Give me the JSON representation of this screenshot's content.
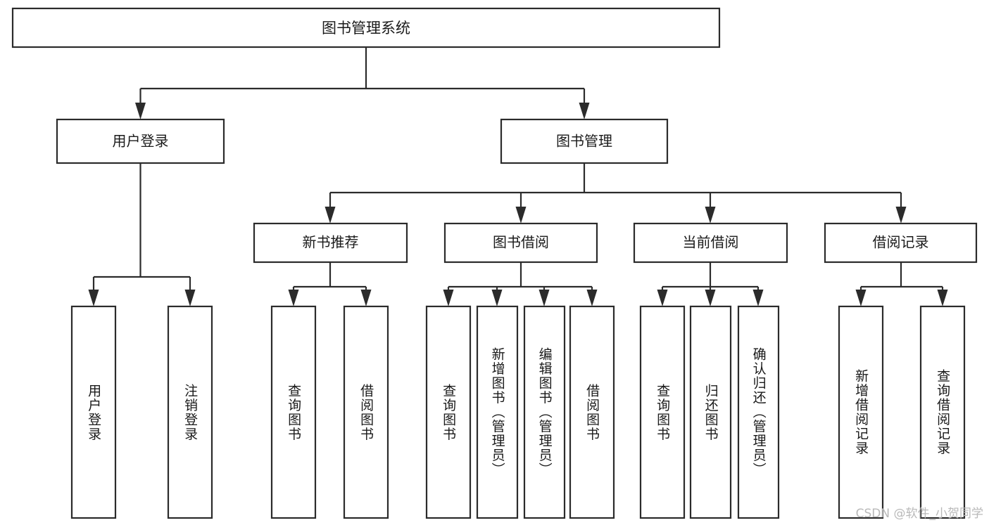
{
  "diagram": {
    "title": "图书管理系统",
    "type": "tree",
    "watermark": "CSDN @软件_小贺同学",
    "accent_color": "#2b2b2b",
    "box_fill": "#ffffff",
    "nodes": {
      "root": {
        "label": "图书管理系统",
        "level": 1
      },
      "l2": [
        {
          "id": "user-login",
          "label": "用户登录"
        },
        {
          "id": "book-manage",
          "label": "图书管理"
        }
      ],
      "l3": [
        {
          "id": "new-book-recommend",
          "label": "新书推荐",
          "parent": "book-manage"
        },
        {
          "id": "book-borrow",
          "label": "图书借阅",
          "parent": "book-manage"
        },
        {
          "id": "current-borrow",
          "label": "当前借阅",
          "parent": "book-manage"
        },
        {
          "id": "borrow-record",
          "label": "借阅记录",
          "parent": "book-manage"
        }
      ],
      "leaves": [
        {
          "id": "leaf-user-login",
          "label": "用户登录",
          "parent": "user-login"
        },
        {
          "id": "leaf-logout-login",
          "label": "注销登录",
          "parent": "user-login"
        },
        {
          "id": "leaf-query-book-1",
          "label": "查询图书",
          "parent": "new-book-recommend"
        },
        {
          "id": "leaf-borrow-book-1",
          "label": "借阅图书",
          "parent": "new-book-recommend"
        },
        {
          "id": "leaf-query-book-2",
          "label": "查询图书",
          "parent": "book-borrow"
        },
        {
          "id": "leaf-add-book",
          "label": "新增图书（管理员）",
          "parent": "book-borrow"
        },
        {
          "id": "leaf-edit-book",
          "label": "编辑图书（管理员）",
          "parent": "book-borrow"
        },
        {
          "id": "leaf-borrow-book-2",
          "label": "借阅图书",
          "parent": "book-borrow"
        },
        {
          "id": "leaf-query-book-3",
          "label": "查询图书",
          "parent": "current-borrow"
        },
        {
          "id": "leaf-return-book",
          "label": "归还图书",
          "parent": "current-borrow"
        },
        {
          "id": "leaf-confirm-return",
          "label": "确认归还（管理员）",
          "parent": "current-borrow"
        },
        {
          "id": "leaf-add-record",
          "label": "新增借阅记录",
          "parent": "borrow-record"
        },
        {
          "id": "leaf-query-record",
          "label": "查询借阅记录",
          "parent": "borrow-record"
        }
      ]
    }
  }
}
